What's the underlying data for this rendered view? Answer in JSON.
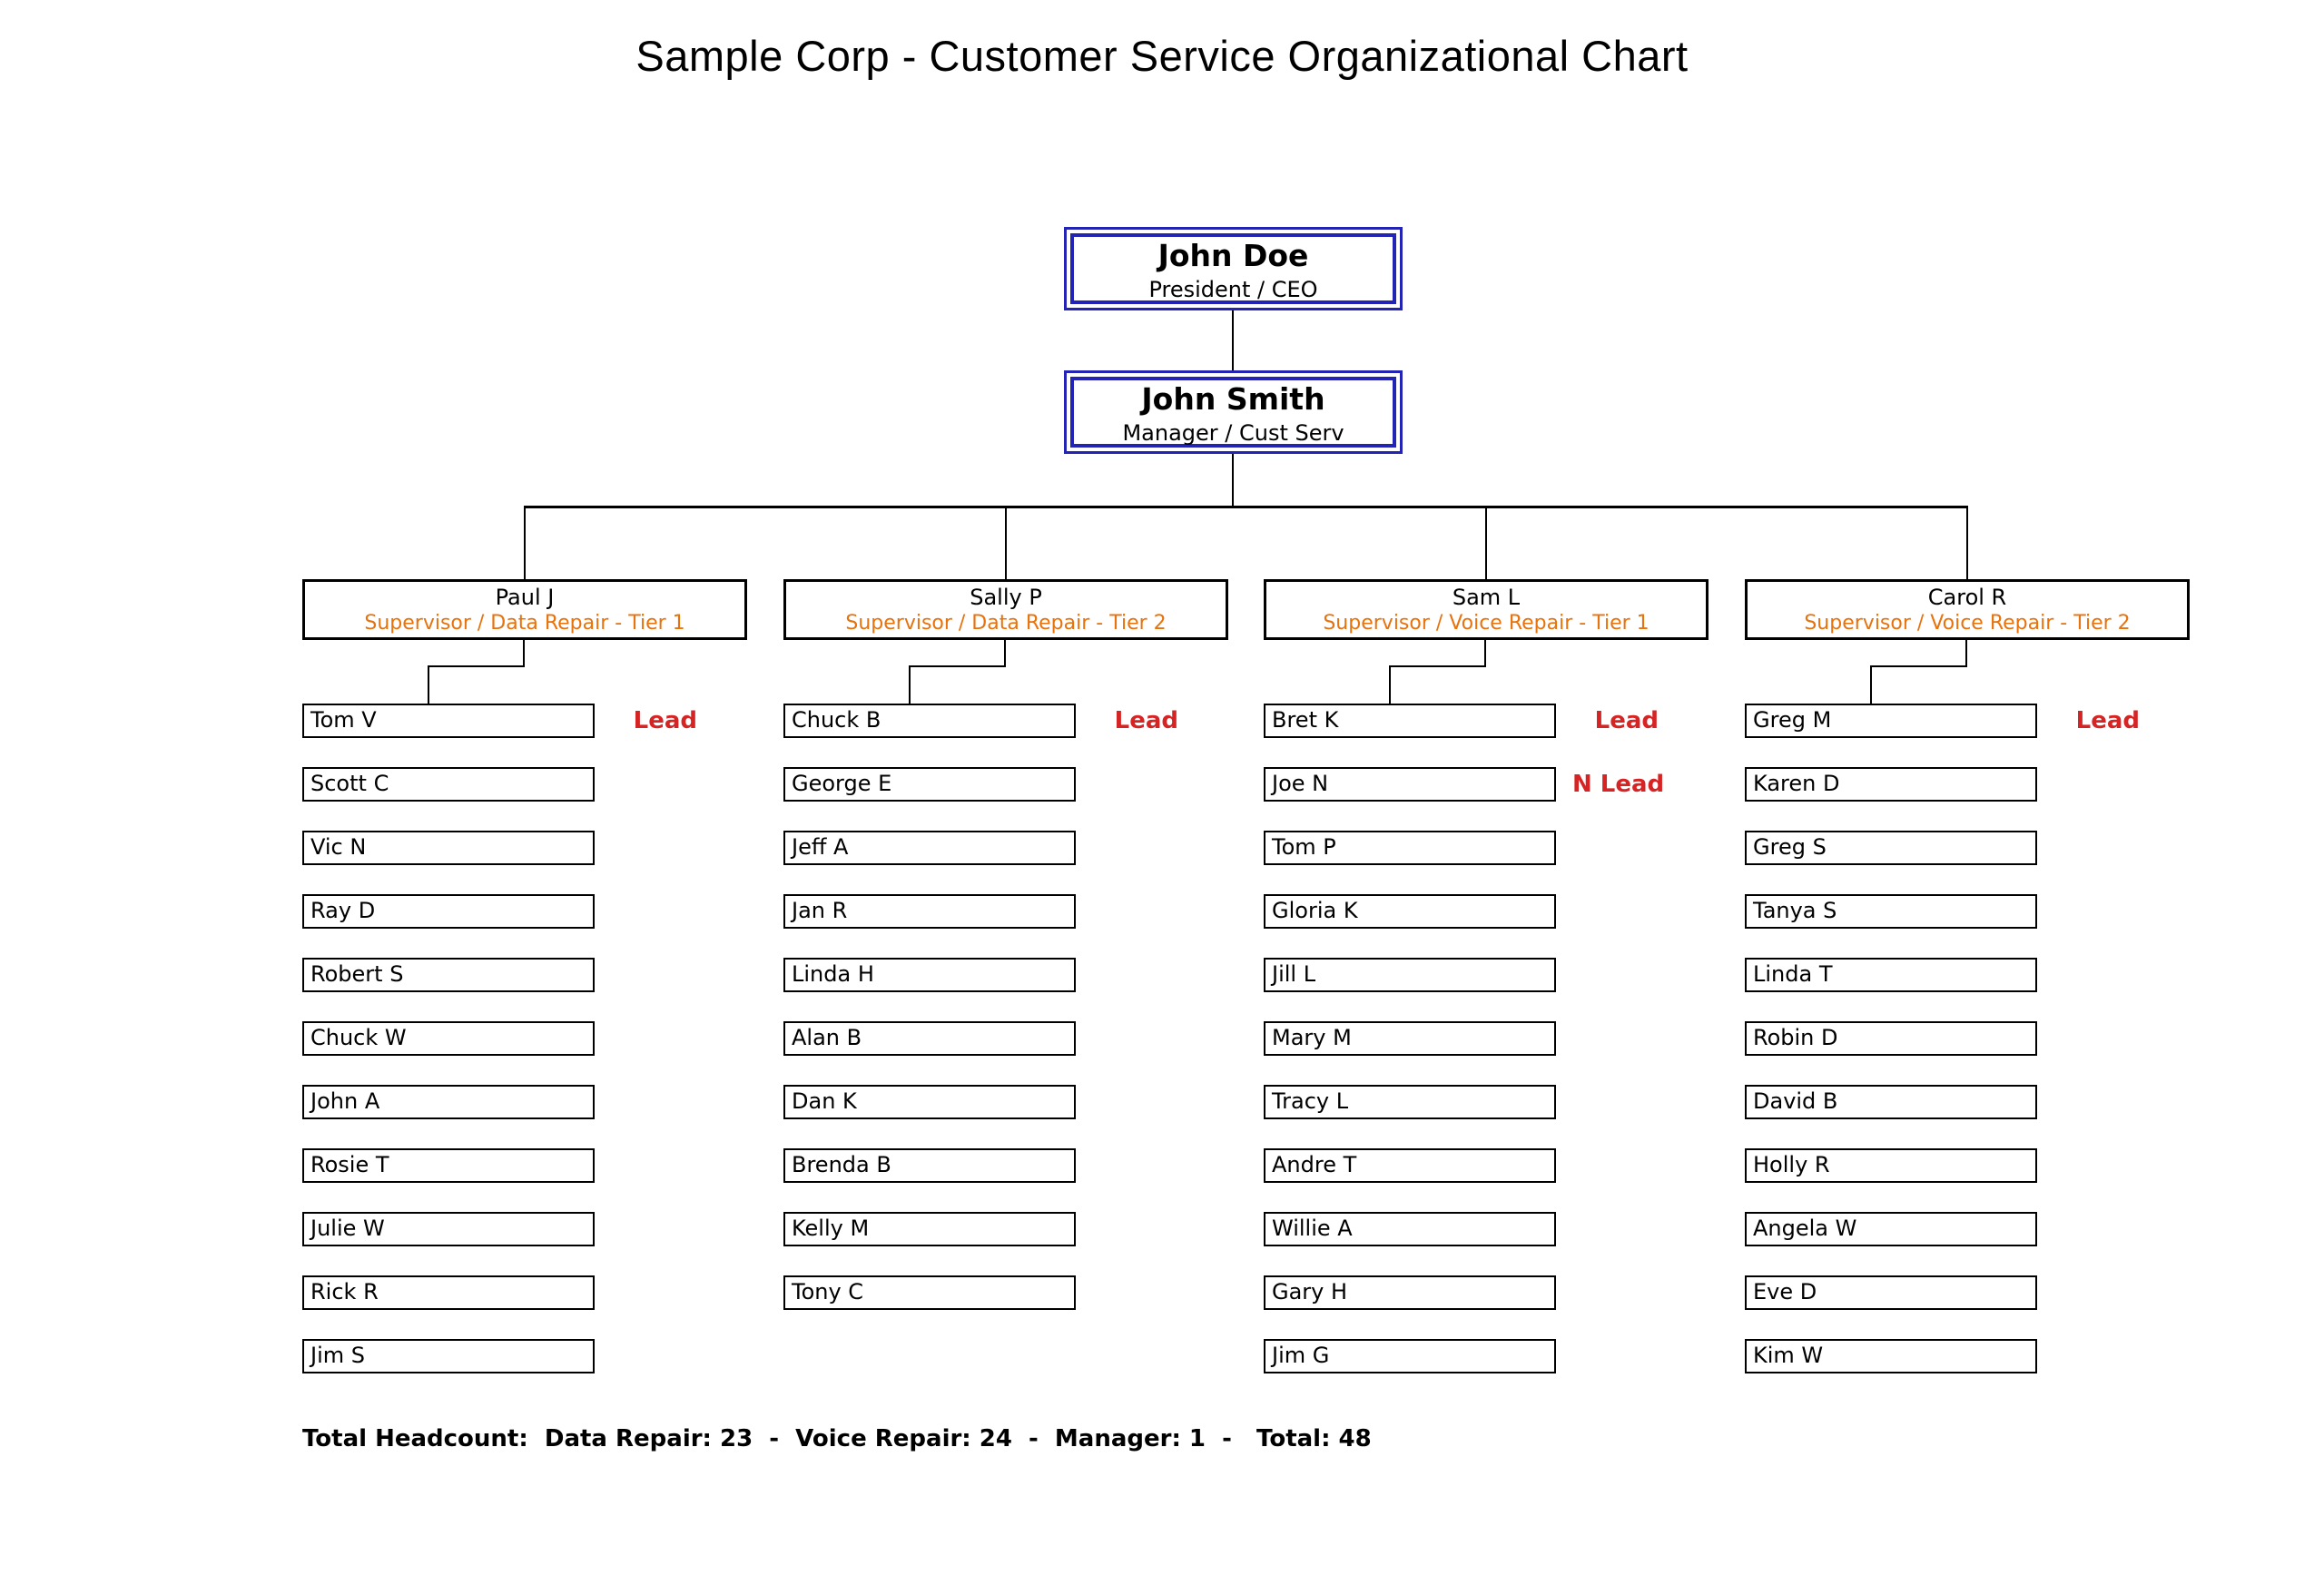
{
  "title": "Sample Corp - Customer Service Organizational Chart",
  "executives": [
    {
      "name": "John Doe",
      "role": "President / CEO"
    },
    {
      "name": "John Smith",
      "role": "Manager / Cust Serv"
    }
  ],
  "columns": [
    {
      "supervisor": "Paul J",
      "role": "Supervisor / Data Repair - Tier 1",
      "employees": [
        {
          "name": "Tom V",
          "tag": "Lead"
        },
        {
          "name": "Scott C"
        },
        {
          "name": "Vic N"
        },
        {
          "name": "Ray D"
        },
        {
          "name": "Robert S"
        },
        {
          "name": "Chuck W"
        },
        {
          "name": "John A"
        },
        {
          "name": "Rosie T"
        },
        {
          "name": "Julie W"
        },
        {
          "name": "Rick R"
        },
        {
          "name": "Jim S"
        }
      ]
    },
    {
      "supervisor": "Sally P",
      "role": "Supervisor / Data Repair - Tier 2",
      "employees": [
        {
          "name": "Chuck B",
          "tag": "Lead"
        },
        {
          "name": "George E"
        },
        {
          "name": "Jeff A"
        },
        {
          "name": "Jan R"
        },
        {
          "name": "Linda H"
        },
        {
          "name": "Alan B"
        },
        {
          "name": "Dan K"
        },
        {
          "name": "Brenda B"
        },
        {
          "name": "Kelly M"
        },
        {
          "name": "Tony C"
        }
      ]
    },
    {
      "supervisor": "Sam L",
      "role": "Supervisor / Voice Repair - Tier 1",
      "employees": [
        {
          "name": "Bret K",
          "tag": "Lead"
        },
        {
          "name": "Joe N",
          "tag": "N Lead"
        },
        {
          "name": "Tom P"
        },
        {
          "name": "Gloria K"
        },
        {
          "name": "Jill L"
        },
        {
          "name": "Mary M"
        },
        {
          "name": "Tracy L"
        },
        {
          "name": "Andre T"
        },
        {
          "name": "Willie A"
        },
        {
          "name": "Gary H"
        },
        {
          "name": "Jim G"
        }
      ]
    },
    {
      "supervisor": "Carol R",
      "role": "Supervisor / Voice Repair - Tier 2",
      "employees": [
        {
          "name": "Greg M",
          "tag": "Lead"
        },
        {
          "name": "Karen D"
        },
        {
          "name": "Greg S"
        },
        {
          "name": "Tanya S"
        },
        {
          "name": "Linda T"
        },
        {
          "name": "Robin D"
        },
        {
          "name": "David B"
        },
        {
          "name": "Holly R"
        },
        {
          "name": "Angela W"
        },
        {
          "name": "Eve D"
        },
        {
          "name": "Kim W"
        }
      ]
    }
  ],
  "footer": "Total Headcount:  Data Repair: 23  -  Voice Repair: 24  -  Manager: 1  -   Total: 48",
  "colors": {
    "executive_border": "#2323b4",
    "supervisor_role_text": "#e8720c",
    "lead_text": "#d62424"
  }
}
